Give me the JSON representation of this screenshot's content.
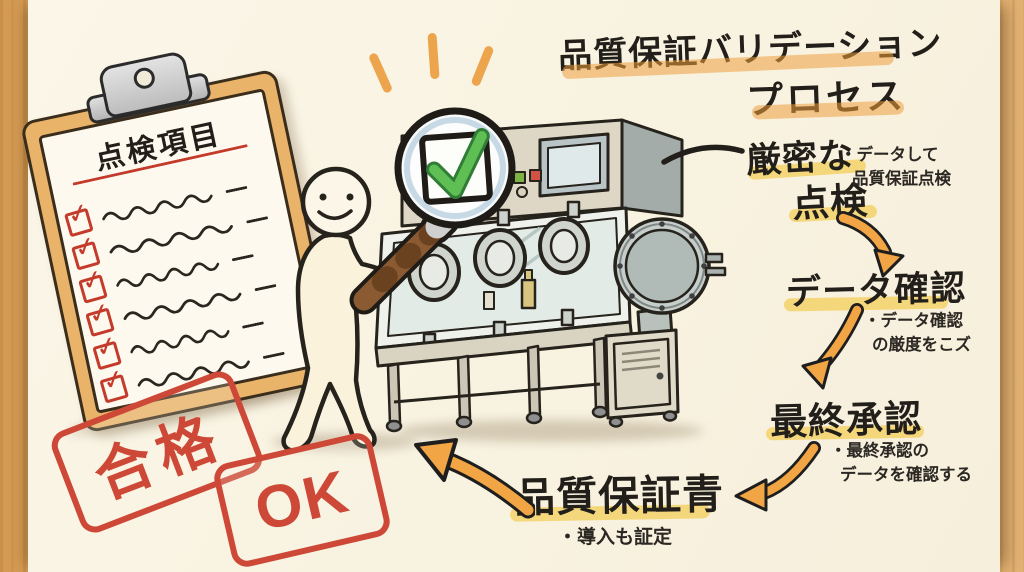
{
  "title": {
    "line1": "品質保証バリデーション",
    "line2": "プロセス"
  },
  "clipboard": {
    "header": "点検項目",
    "check_glyph": "✓",
    "item_count": 6
  },
  "flow": {
    "step1": {
      "label_line1": "厳密な",
      "label_line2": "点検",
      "note_line1": "・データして",
      "note_line2": "品質保証点検"
    },
    "step2": {
      "label": "データ確認",
      "note_line1": "・データ確認",
      "note_line2": "の厳度をこズ"
    },
    "step3": {
      "label": "最終承認",
      "note_line1": "・最終承認の",
      "note_line2": "データを確認する"
    },
    "step4": {
      "label": "品質保証青",
      "note": "・導入も証定"
    }
  },
  "stamps": {
    "pass": "合格",
    "ok": "OK"
  },
  "colors": {
    "paper": "#f9f3e4",
    "wood": "#d79e58",
    "ink": "#221f1a",
    "highlight_orange": "#ee9e3e",
    "highlight_yellow": "#f4cd54",
    "stamp_red": "#cd4836",
    "check_red": "#c43b2c",
    "check_green": "#58b54e",
    "arrow_orange": "#f2a544"
  }
}
